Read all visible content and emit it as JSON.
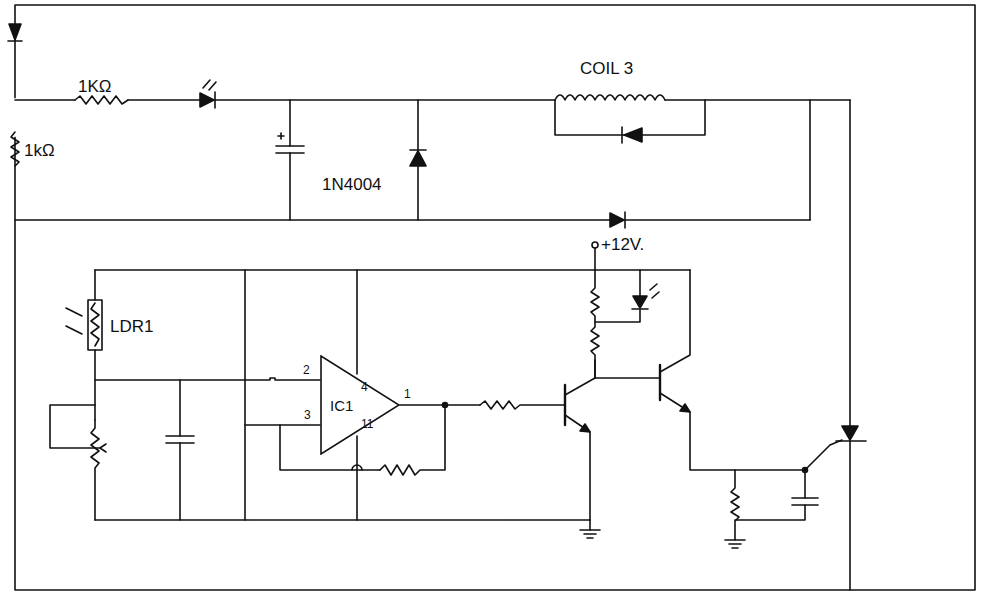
{
  "diagram": {
    "nodes": [
      {
        "text": [
          "IC1"
        ]
      }
    ],
    "edges": [],
    "labels": [
      "1KΩ",
      "1kΩ",
      "COIL 3",
      "1N4004",
      "+12V.",
      "LDR1",
      "2",
      "3",
      "4",
      "1",
      "11"
    ]
  }
}
